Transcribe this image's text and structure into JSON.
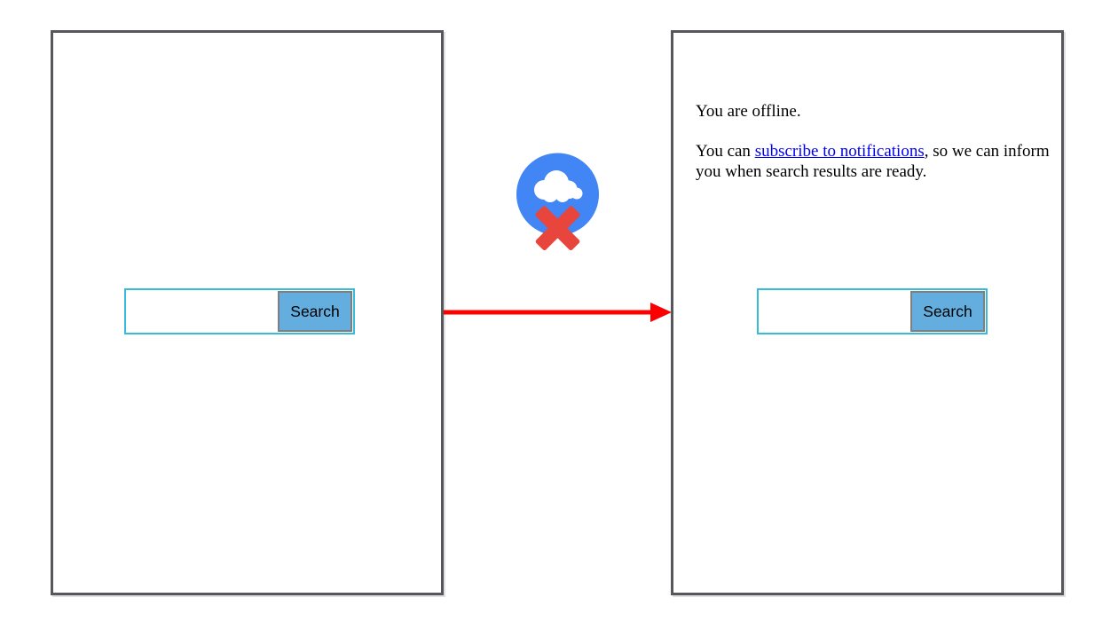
{
  "colors": {
    "frame_border": "#55575a",
    "input_border": "#35bcd9",
    "button_fill": "#64aedf",
    "button_border": "#7f7f7f",
    "arrow_red": "#fa0000",
    "icon_circle_blue": "#4285f4",
    "icon_x_red": "#e8453c",
    "link_blue": "#0000ee",
    "text_black": "#000000"
  },
  "left_panel": {
    "search_input_value": "",
    "search_button_label": "Search"
  },
  "connector": {
    "arrow_icon": "red-right-arrow",
    "offline_icon": "cloud-offline"
  },
  "right_panel": {
    "offline_status": "You are offline.",
    "notify_text_before": "You can ",
    "notify_link_text": "subscribe to notifications",
    "notify_text_after": ", so we can inform you when search results are ready.",
    "search_input_value": "",
    "search_button_label": "Search"
  }
}
